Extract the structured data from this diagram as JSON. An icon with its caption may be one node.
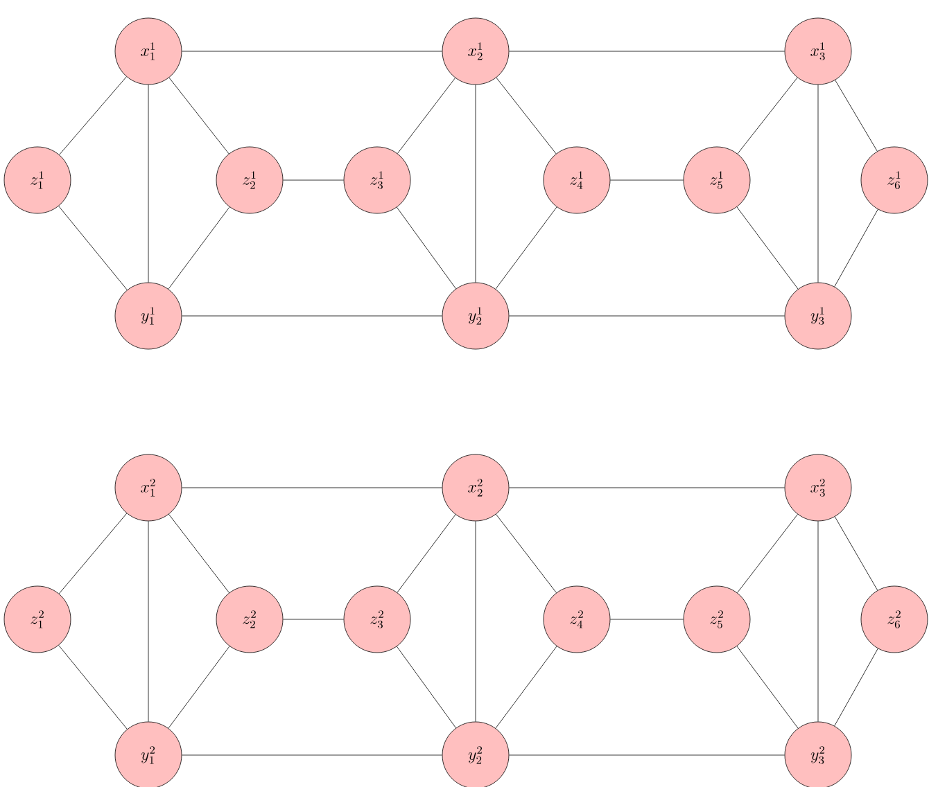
{
  "diagram": {
    "nodes": [
      {
        "text": [
          "x_1^1"
        ]
      },
      {
        "text": [
          "x_2^1"
        ]
      },
      {
        "text": [
          "x_3^1"
        ]
      },
      {
        "text": [
          "z_1^1"
        ]
      },
      {
        "text": [
          "z_2^1"
        ]
      },
      {
        "text": [
          "z_3^1"
        ]
      },
      {
        "text": [
          "z_4^1"
        ]
      },
      {
        "text": [
          "z_5^1"
        ]
      },
      {
        "text": [
          "z_6^1"
        ]
      },
      {
        "text": [
          "y_1^1"
        ]
      },
      {
        "text": [
          "y_2^1"
        ]
      },
      {
        "text": [
          "y_3^1"
        ]
      },
      {
        "text": [
          "x_1^2"
        ]
      },
      {
        "text": [
          "x_2^2"
        ]
      },
      {
        "text": [
          "x_3^2"
        ]
      },
      {
        "text": [
          "z_1^2"
        ]
      },
      {
        "text": [
          "z_2^2"
        ]
      },
      {
        "text": [
          "z_3^2"
        ]
      },
      {
        "text": [
          "z_4^2"
        ]
      },
      {
        "text": [
          "z_5^2"
        ]
      },
      {
        "text": [
          "z_6^2"
        ]
      },
      {
        "text": [
          "y_1^2"
        ]
      },
      {
        "text": [
          "y_2^2"
        ]
      },
      {
        "text": [
          "y_3^2"
        ]
      }
    ],
    "edges": [
      {
        "from": 0,
        "to": 1,
        "arrow": "none"
      },
      {
        "from": 1,
        "to": 2,
        "arrow": "none"
      },
      {
        "from": 9,
        "to": 10,
        "arrow": "none"
      },
      {
        "from": 10,
        "to": 11,
        "arrow": "none"
      },
      {
        "from": 0,
        "to": 3,
        "arrow": "none"
      },
      {
        "from": 3,
        "to": 9,
        "arrow": "none"
      },
      {
        "from": 0,
        "to": 9,
        "arrow": "none"
      },
      {
        "from": 0,
        "to": 4,
        "arrow": "none"
      },
      {
        "from": 4,
        "to": 9,
        "arrow": "none"
      },
      {
        "from": 4,
        "to": 5,
        "arrow": "none"
      },
      {
        "from": 5,
        "to": 1,
        "arrow": "none"
      },
      {
        "from": 5,
        "to": 10,
        "arrow": "none"
      },
      {
        "from": 1,
        "to": 10,
        "arrow": "none"
      },
      {
        "from": 1,
        "to": 6,
        "arrow": "none"
      },
      {
        "from": 6,
        "to": 10,
        "arrow": "none"
      },
      {
        "from": 6,
        "to": 7,
        "arrow": "none"
      },
      {
        "from": 7,
        "to": 2,
        "arrow": "none"
      },
      {
        "from": 7,
        "to": 11,
        "arrow": "none"
      },
      {
        "from": 2,
        "to": 11,
        "arrow": "none"
      },
      {
        "from": 2,
        "to": 8,
        "arrow": "none"
      },
      {
        "from": 8,
        "to": 11,
        "arrow": "none"
      },
      {
        "from": 12,
        "to": 13,
        "arrow": "none"
      },
      {
        "from": 13,
        "to": 14,
        "arrow": "none"
      },
      {
        "from": 21,
        "to": 22,
        "arrow": "none"
      },
      {
        "from": 22,
        "to": 23,
        "arrow": "none"
      },
      {
        "from": 12,
        "to": 15,
        "arrow": "none"
      },
      {
        "from": 15,
        "to": 21,
        "arrow": "none"
      },
      {
        "from": 12,
        "to": 21,
        "arrow": "none"
      },
      {
        "from": 12,
        "to": 16,
        "arrow": "none"
      },
      {
        "from": 16,
        "to": 21,
        "arrow": "none"
      },
      {
        "from": 16,
        "to": 17,
        "arrow": "none"
      },
      {
        "from": 17,
        "to": 13,
        "arrow": "none"
      },
      {
        "from": 17,
        "to": 22,
        "arrow": "none"
      },
      {
        "from": 13,
        "to": 22,
        "arrow": "none"
      },
      {
        "from": 13,
        "to": 18,
        "arrow": "none"
      },
      {
        "from": 18,
        "to": 22,
        "arrow": "none"
      },
      {
        "from": 18,
        "to": 19,
        "arrow": "none"
      },
      {
        "from": 19,
        "to": 14,
        "arrow": "none"
      },
      {
        "from": 19,
        "to": 23,
        "arrow": "none"
      },
      {
        "from": 14,
        "to": 23,
        "arrow": "none"
      },
      {
        "from": 14,
        "to": 20,
        "arrow": "none"
      },
      {
        "from": 20,
        "to": 23,
        "arrow": "none"
      }
    ]
  }
}
